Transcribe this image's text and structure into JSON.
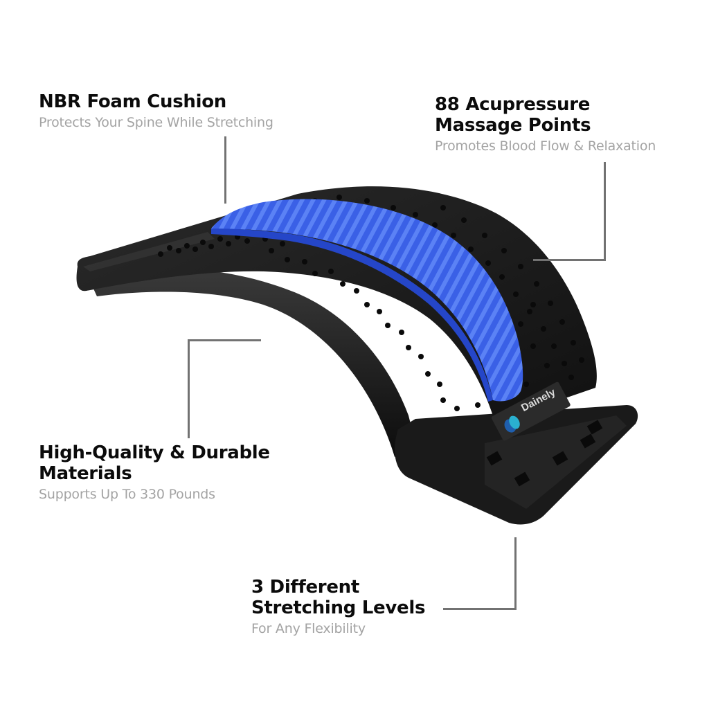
{
  "brand": {
    "name": "Dainely",
    "logo_colors": [
      "#1f5fae",
      "#2ab0d0"
    ]
  },
  "colors": {
    "background": "#ffffff",
    "title_text": "#0b0b0b",
    "subtitle_text": "#a3a3a3",
    "connector_line": "#727272",
    "device_body": "#1e1e1e",
    "foam_cushion": "#2e4fd6"
  },
  "callouts": {
    "foam": {
      "title": "NBR Foam Cushion",
      "subtitle": "Protects Your Spine While Stretching"
    },
    "acupressure": {
      "title_line1": "88 Acupressure",
      "title_line2": "Massage Points",
      "subtitle": "Promotes Blood Flow & Relaxation"
    },
    "materials": {
      "title_line1": "High-Quality & Durable",
      "title_line2": "Materials",
      "subtitle": "Supports Up To 330 Pounds"
    },
    "levels": {
      "title_line1": "3 Different",
      "title_line2": "Stretching Levels",
      "subtitle": "For Any Flexibility"
    }
  }
}
